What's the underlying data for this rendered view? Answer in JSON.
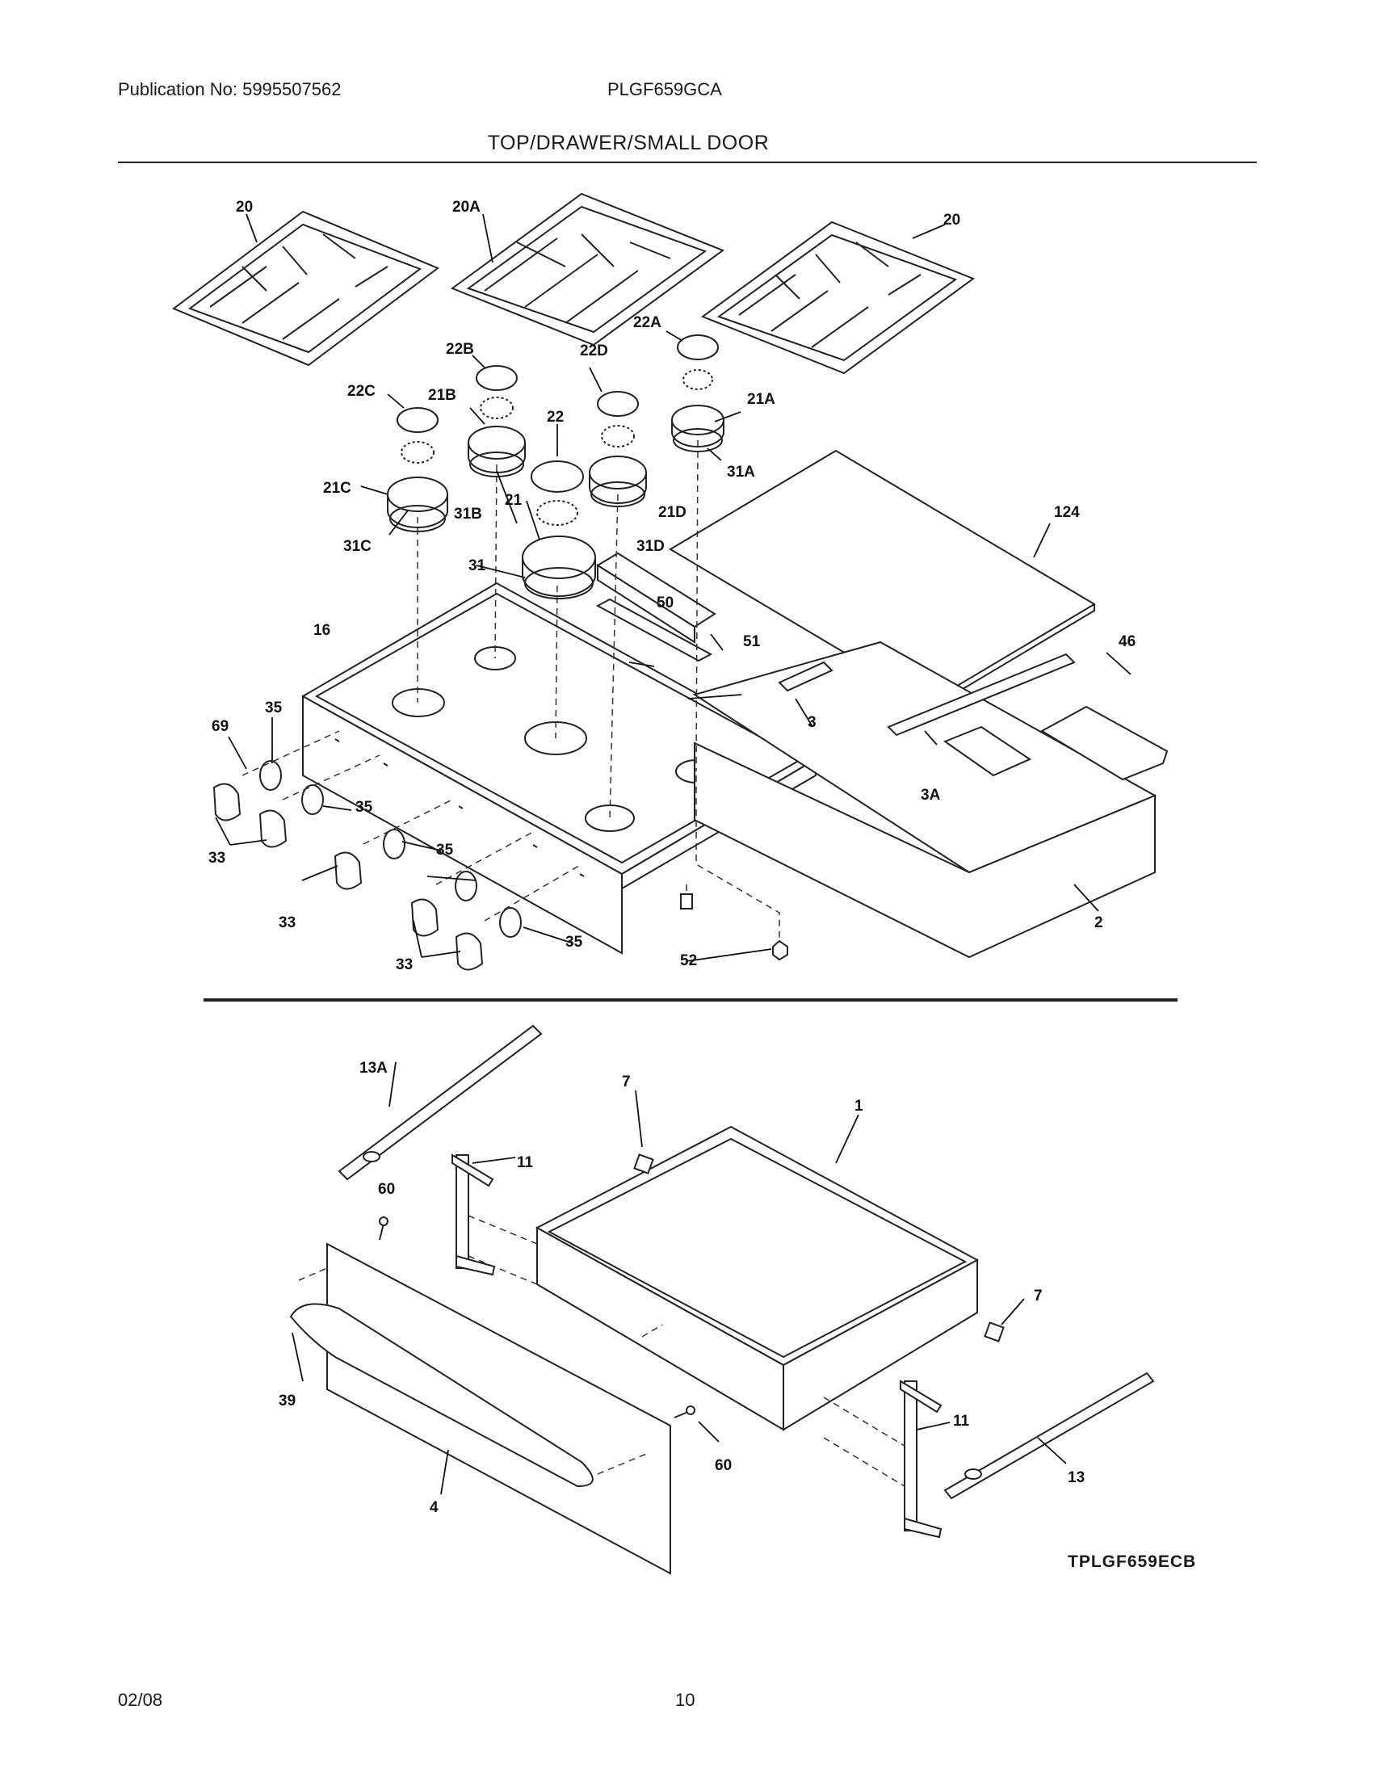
{
  "header": {
    "publication": "Publication No: 5995507562",
    "model": "PLGF659GCA",
    "section_title": "TOP/DRAWER/SMALL DOOR"
  },
  "figure_code": "TPLGF659ECB",
  "footer": {
    "date": "02/08",
    "page": "10"
  },
  "callouts": {
    "c20a": "20",
    "c20A": "20A",
    "c20b": "20",
    "c22A": "22A",
    "c22B": "22B",
    "c22D": "22D",
    "c22C": "22C",
    "c22": "22",
    "c21B": "21B",
    "c21A": "21A",
    "c21": "21",
    "c21C": "21C",
    "c21D": "21D",
    "c31A": "31A",
    "c31B": "31B",
    "c31C": "31C",
    "c31D": "31D",
    "c31": "31",
    "c124": "124",
    "c50": "50",
    "c51": "51",
    "c16": "16",
    "c46": "46",
    "c3": "3",
    "c3A": "3A",
    "c69": "69",
    "c35a": "35",
    "c35b": "35",
    "c35c": "35",
    "c35d": "35",
    "c33a": "33",
    "c33b": "33",
    "c33c": "33",
    "c2": "2",
    "c52": "52",
    "c13A": "13A",
    "c7a": "7",
    "c1": "1",
    "c11a": "11",
    "c60a": "60",
    "c7b": "7",
    "c39": "39",
    "c11b": "11",
    "c60b": "60",
    "c13": "13",
    "c4": "4"
  }
}
